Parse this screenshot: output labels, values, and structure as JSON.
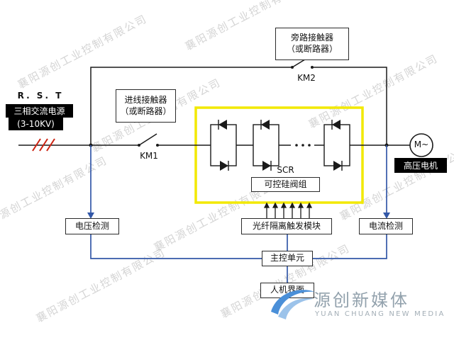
{
  "watermark": {
    "text": "襄阳源创工业控制有限公司"
  },
  "power_source": {
    "rst": "R.  S. T",
    "line1": "三相交流电源",
    "line2": "(3-10KV)"
  },
  "incoming_contactor": {
    "line1": "进线接触器",
    "line2": "（或断路器）"
  },
  "bypass_contactor": {
    "line1": "旁路接触器",
    "line2": "（或断路器）"
  },
  "switches": {
    "km1": "KM1",
    "km2": "KM2"
  },
  "scr": {
    "label": "SCR",
    "valve_group": "可控硅阀组"
  },
  "motor": {
    "symbol": "M~",
    "label": "高压电机"
  },
  "detection": {
    "voltage": "电压检测",
    "current": "电流检测"
  },
  "trigger_module": {
    "label": "光纤隔离触发模块"
  },
  "main_control": {
    "label": "主控单元"
  },
  "hmi": {
    "label": "人机界面"
  },
  "logo": {
    "name": "源创新媒体",
    "subtitle": "YUAN CHUANG NEW MEDIA"
  },
  "colors": {
    "line_black": "#1a1a1a",
    "control_blue": "#3358a8",
    "scr_frame_yellow": "#f2e900",
    "phase_mark_red": "#cc2211",
    "label_bg_black": "#000000",
    "watermark_gray": "#bababa",
    "logo_gray": "#93a2ad",
    "logo_blue": "#4a8fd8"
  }
}
